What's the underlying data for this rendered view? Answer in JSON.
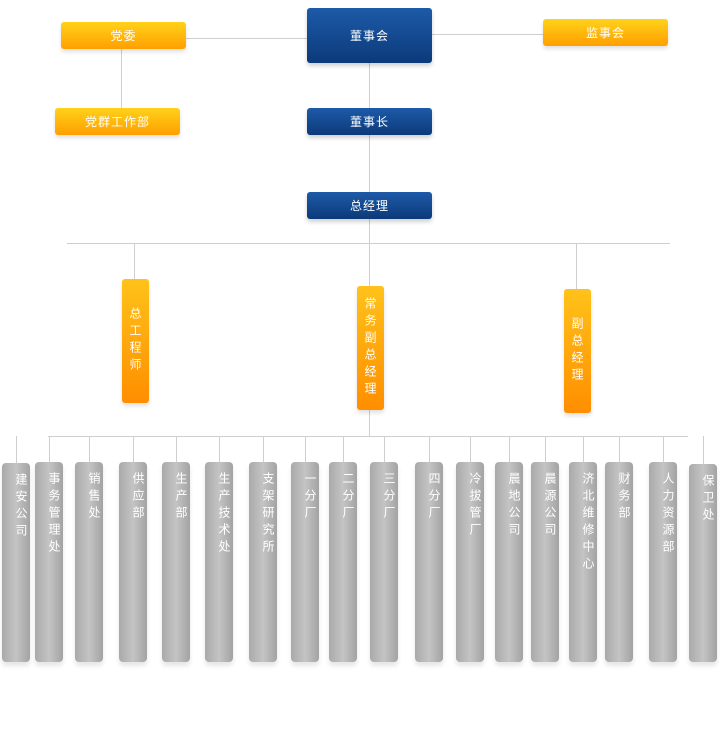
{
  "top": {
    "board": "董事会",
    "party": "党委",
    "supervisors": "监事会",
    "party_mass": "党群工作部",
    "chairman": "董事长",
    "general_manager": "总经理"
  },
  "deputies": {
    "chief_engineer": "总工程师",
    "executive_vp": "常务副总经理",
    "deputy_gm": "副总经理"
  },
  "departments": [
    "建安公司",
    "事务管理处",
    "销售处",
    "供应部",
    "生产部",
    "生产技术处",
    "支架研究所",
    "一分厂",
    "二分厂",
    "三分厂",
    "四分厂",
    "冷拔管厂",
    "晨地公司",
    "晨源公司",
    "济北维修中心",
    "财务部",
    "人力资源部",
    "保卫处"
  ]
}
